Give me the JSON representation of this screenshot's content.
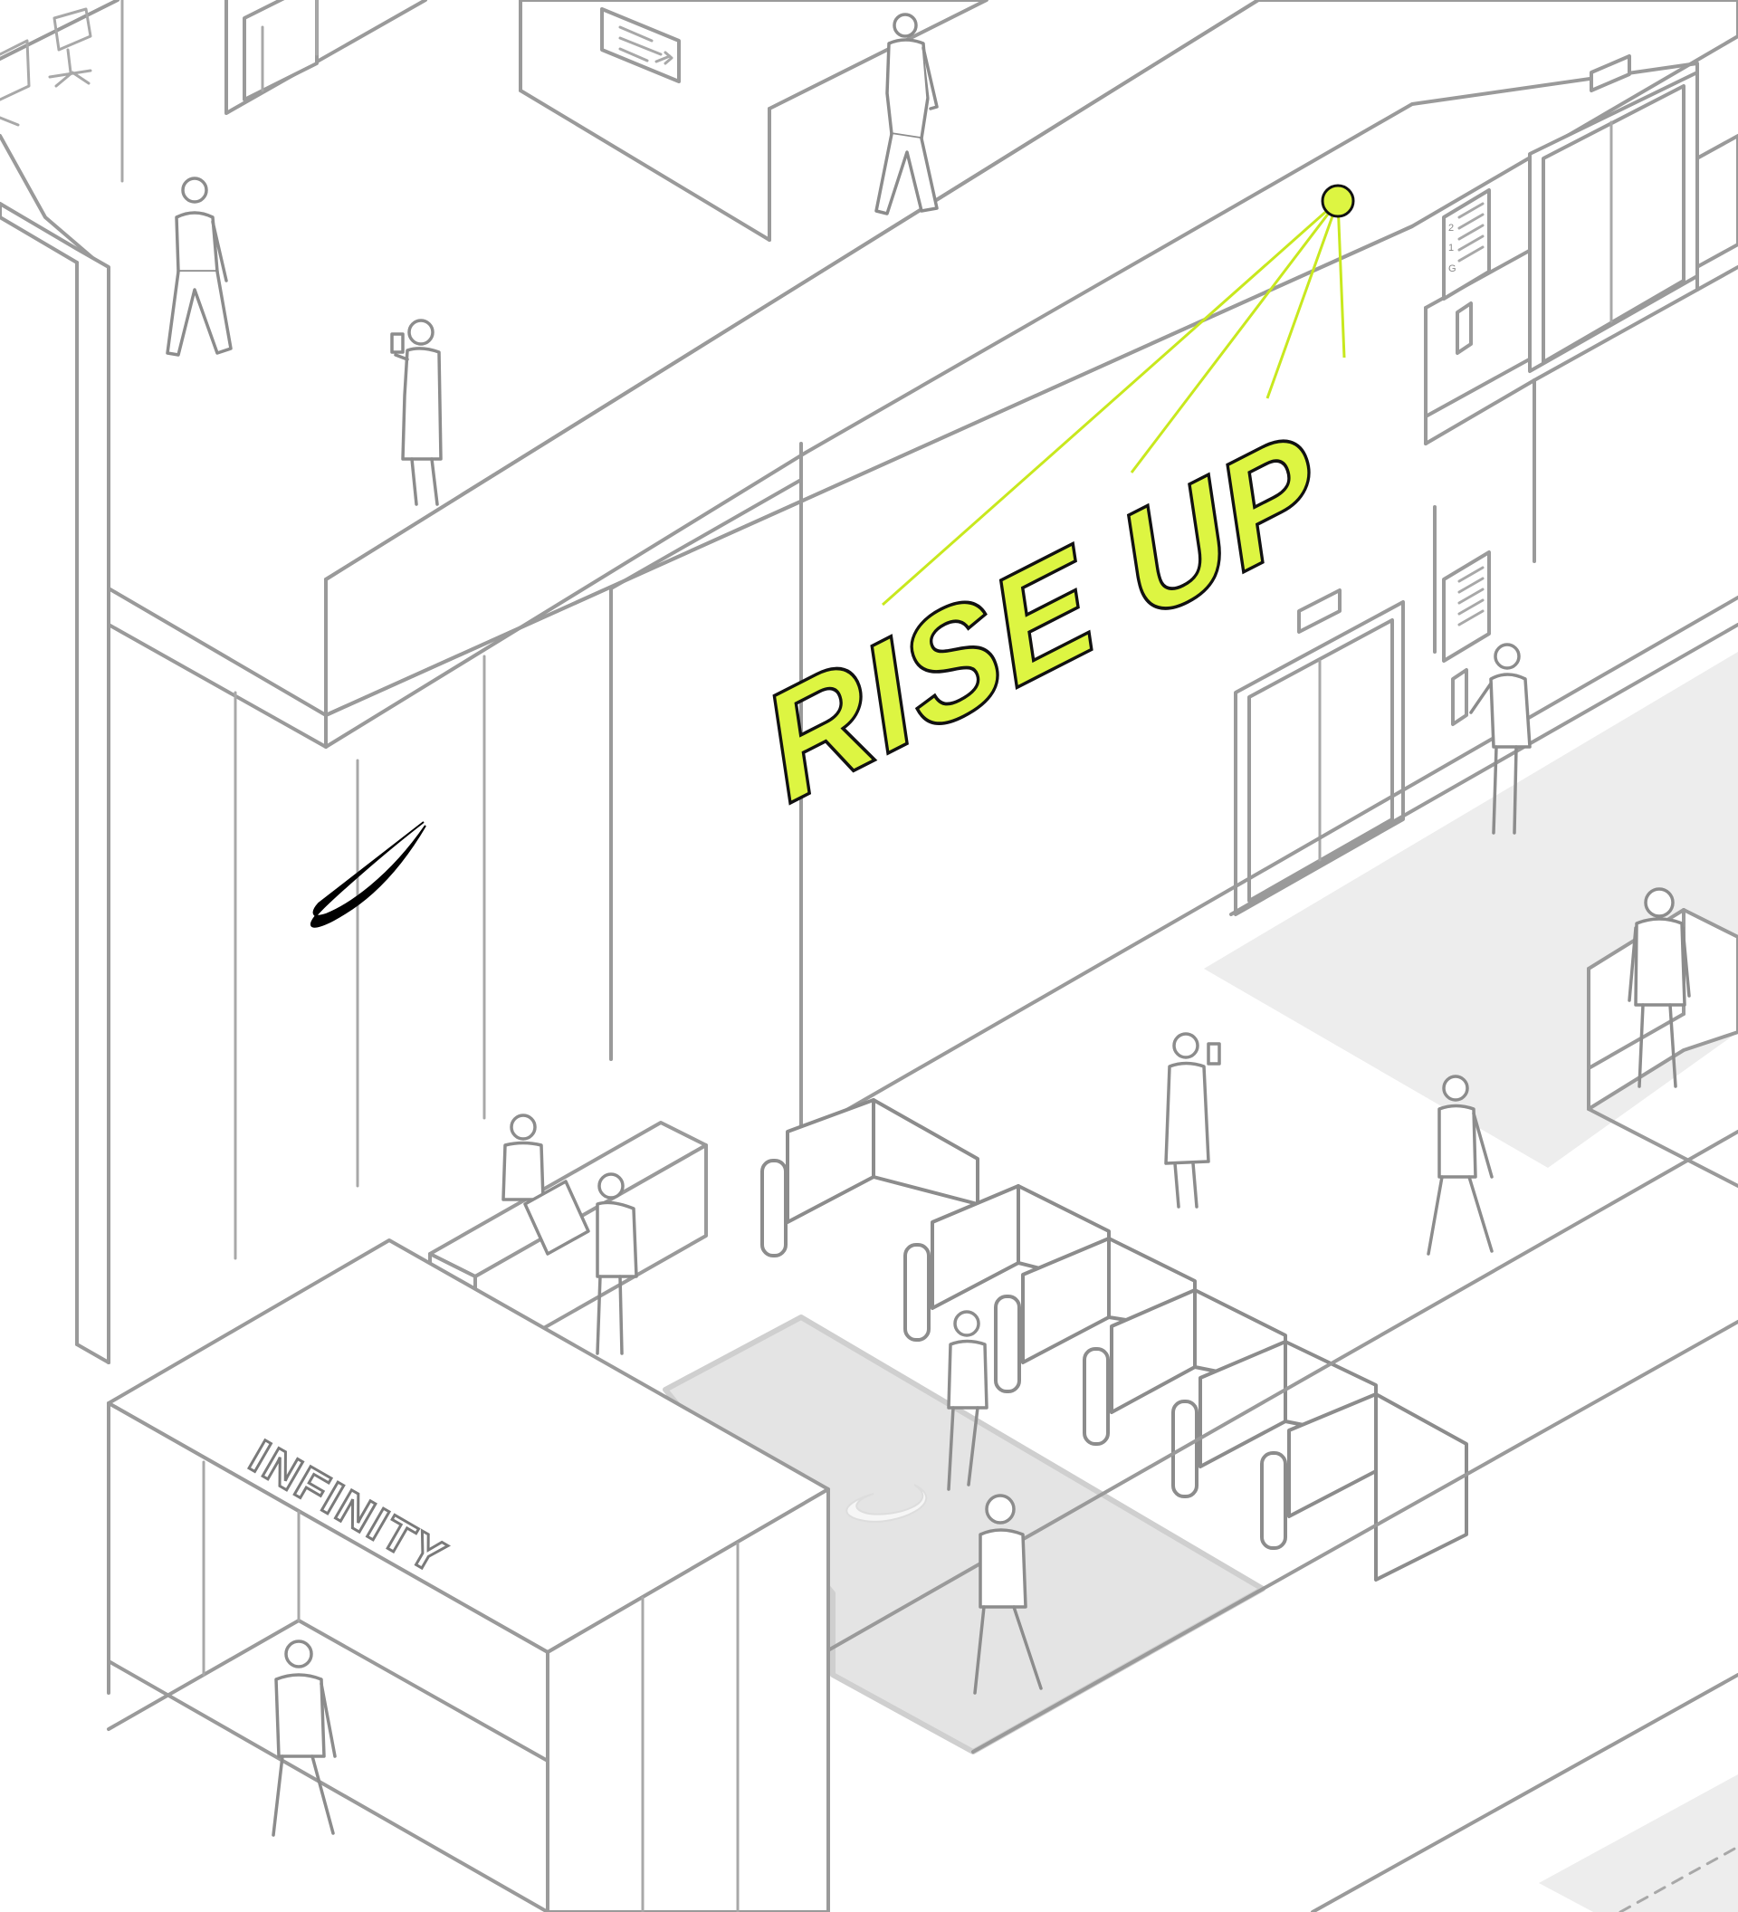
{
  "wall_sign": {
    "text": "RISE UP",
    "fill": "#ddf542",
    "stroke": "#111111"
  },
  "pavilion": {
    "label": "INFINITY"
  },
  "accent_color": "#c8e81e",
  "logo": "nike-swoosh-logo",
  "directory_floors": [
    "2",
    "1",
    "G"
  ],
  "icons": [
    "spotlight-icon",
    "nike-swoosh-logo",
    "elevator-indicator-icon",
    "floor-directory-icon",
    "keypad-icon",
    "exit-sign-icon",
    "office-chair-icon"
  ]
}
